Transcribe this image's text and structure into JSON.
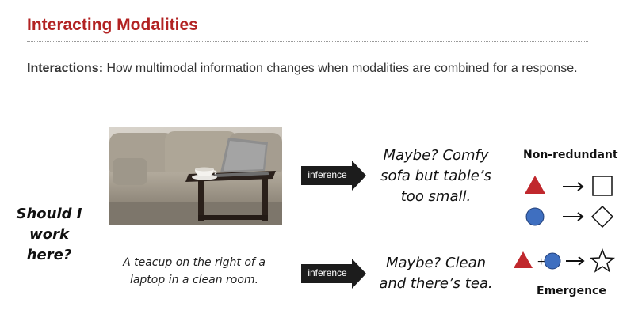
{
  "slide": {
    "title": "Interacting Modalities",
    "subtitle_label": "Interactions:",
    "subtitle_text": " How multimodal information changes when modalities are combined for a response."
  },
  "question": {
    "line1": "Should I",
    "line2": "work here?"
  },
  "caption": {
    "line1": "A teacup on the right of a",
    "line2": "laptop in a clean room."
  },
  "arrows": {
    "top_label": "inference",
    "bottom_label": "inference"
  },
  "answers": {
    "top": [
      "Maybe? Comfy",
      "sofa but table’s",
      "too small."
    ],
    "bottom": [
      "Maybe? Clean",
      "and there’s tea."
    ]
  },
  "legend": {
    "non_redundant": "Non-redundant",
    "emergence": "Emergence",
    "plus": "+"
  },
  "colors": {
    "title": "#b22222",
    "triangle": "#c0282d",
    "circle": "#3f6fc0",
    "arrow_fill": "#1c1c1c"
  },
  "icons": [
    "red-triangle-icon",
    "square-icon",
    "blue-circle-icon",
    "diamond-icon",
    "star-icon",
    "right-arrow-icon"
  ]
}
